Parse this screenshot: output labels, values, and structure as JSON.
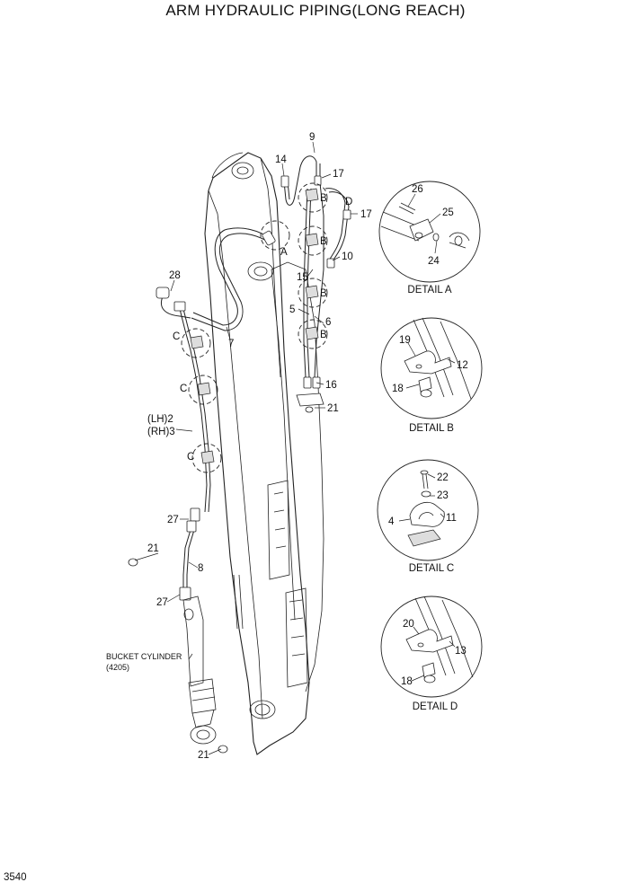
{
  "title": "ARM HYDRAULIC PIPING(LONG REACH)",
  "page_number": "3540",
  "main_labels": {
    "n9": "9",
    "n14": "14",
    "n17a": "17",
    "n17b": "17",
    "nD": "D",
    "nA": "A",
    "nB1": "B",
    "nB2": "B",
    "nB3": "B",
    "nB4": "B",
    "n10": "10",
    "n15": "15",
    "n5": "5",
    "n6": "6",
    "n16": "16",
    "n21a": "21",
    "n28": "28",
    "nC1": "C",
    "nC2": "C",
    "nC3": "C",
    "n7": "7",
    "lh2": "(LH)2",
    "rh3": "(RH)3",
    "n27a": "27",
    "n21b": "21",
    "n8": "8",
    "n27b": "27",
    "n21c": "21",
    "bucket_cyl": "BUCKET CYLINDER",
    "bucket_cyl_no": "(4205)"
  },
  "detail_a": {
    "caption": "DETAIL A",
    "labels": [
      "26",
      "25",
      "24"
    ]
  },
  "detail_b": {
    "caption": "DETAIL B",
    "labels": [
      "19",
      "12",
      "18"
    ]
  },
  "detail_c": {
    "caption": "DETAIL C",
    "labels": [
      "22",
      "23",
      "4",
      "11"
    ]
  },
  "detail_d": {
    "caption": "DETAIL D",
    "labels": [
      "20",
      "13",
      "18"
    ]
  }
}
